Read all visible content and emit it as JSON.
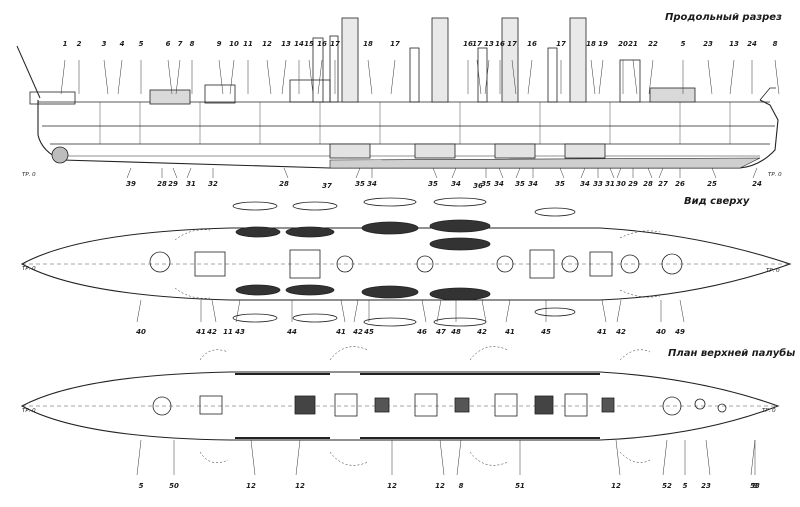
{
  "titles": {
    "section": "Продольный разрез",
    "top": "Вид сверху",
    "deck": "План верхней палубы"
  },
  "axis_marks": {
    "section_left": "ТР. 0",
    "section_right": "ТР. 0",
    "top_left": "ТР. 0",
    "top_right": "ТР. 0",
    "deck_left": "ТР. 0",
    "deck_right": "ТР. 0"
  },
  "callouts": {
    "section_top": [
      "1",
      "2",
      "3",
      "4",
      "5",
      "6",
      "7",
      "8",
      "9",
      "10",
      "11",
      "12",
      "13",
      "14",
      "15",
      "16",
      "17",
      "18",
      "17",
      "16",
      "17",
      "13",
      "16",
      "17",
      "16",
      "17",
      "18",
      "19",
      "20",
      "21",
      "22",
      "5",
      "23",
      "13",
      "24",
      "8"
    ],
    "section_bottom": [
      "39",
      "28",
      "29",
      "31",
      "32",
      "28",
      "35",
      "34",
      "35",
      "34",
      "35",
      "34",
      "35",
      "34",
      "35",
      "34",
      "33",
      "31",
      "30",
      "29",
      "28",
      "27",
      "26",
      "25",
      "24"
    ],
    "top_upper": [
      "37",
      "36"
    ],
    "top_lower": [
      "40",
      "41",
      "42",
      "43",
      "44",
      "41",
      "42",
      "45",
      "46",
      "47",
      "48",
      "42",
      "41",
      "45",
      "41",
      "42",
      "40",
      "49"
    ],
    "deck_upper": [
      "11"
    ],
    "deck_lower": [
      "5",
      "50",
      "12",
      "12",
      "12",
      "12",
      "8",
      "51",
      "12",
      "52",
      "5",
      "23",
      "53",
      "8"
    ]
  }
}
